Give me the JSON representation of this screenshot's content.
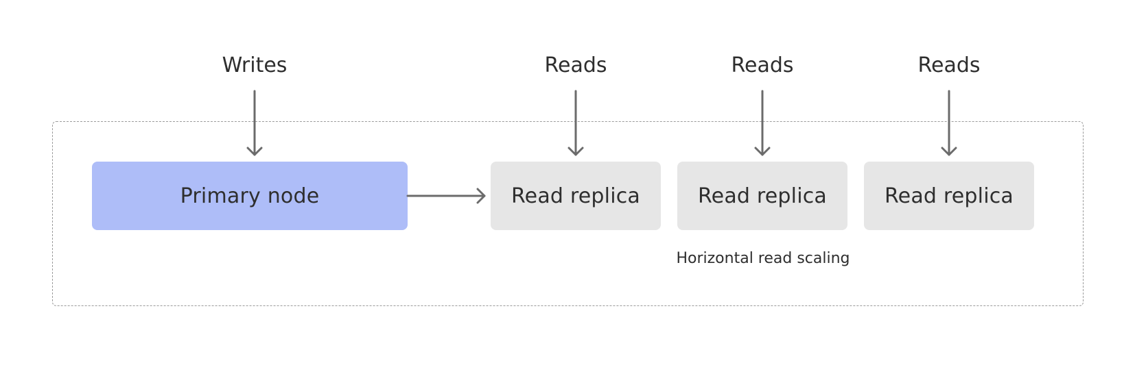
{
  "diagram": {
    "inputs": {
      "writes_label": "Writes",
      "reads_labels": [
        "Reads",
        "Reads",
        "Reads"
      ]
    },
    "nodes": {
      "primary_label": "Primary node",
      "replica_labels": [
        "Read replica",
        "Read replica",
        "Read replica"
      ]
    },
    "caption": "Horizontal read scaling",
    "colors": {
      "primary_fill": "#aebdf8",
      "replica_fill": "#e6e6e6",
      "arrow": "#6b6b6b",
      "cluster_border": "#9a9a9a",
      "text": "#2e2e2e"
    }
  }
}
